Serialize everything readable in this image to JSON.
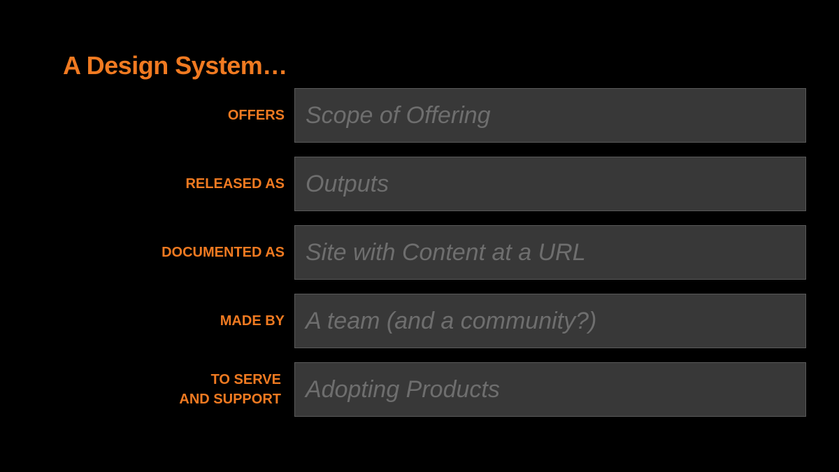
{
  "title": "A Design System…",
  "rows": [
    {
      "label_lines": [
        "OFFERS"
      ],
      "value": "Scope of Offering"
    },
    {
      "label_lines": [
        "RELEASED AS"
      ],
      "value": "Outputs"
    },
    {
      "label_lines": [
        "DOCUMENTED AS"
      ],
      "value": "Site with Content at a URL"
    },
    {
      "label_lines": [
        "MADE BY"
      ],
      "value": "A team (and a community?)"
    },
    {
      "label_lines": [
        "TO SERVE",
        "AND SUPPORT"
      ],
      "value": "Adopting Products"
    }
  ],
  "colors": {
    "background": "#000000",
    "accent": "#F07A21",
    "box_fill": "#383838",
    "box_text": "#6E6E6E"
  }
}
